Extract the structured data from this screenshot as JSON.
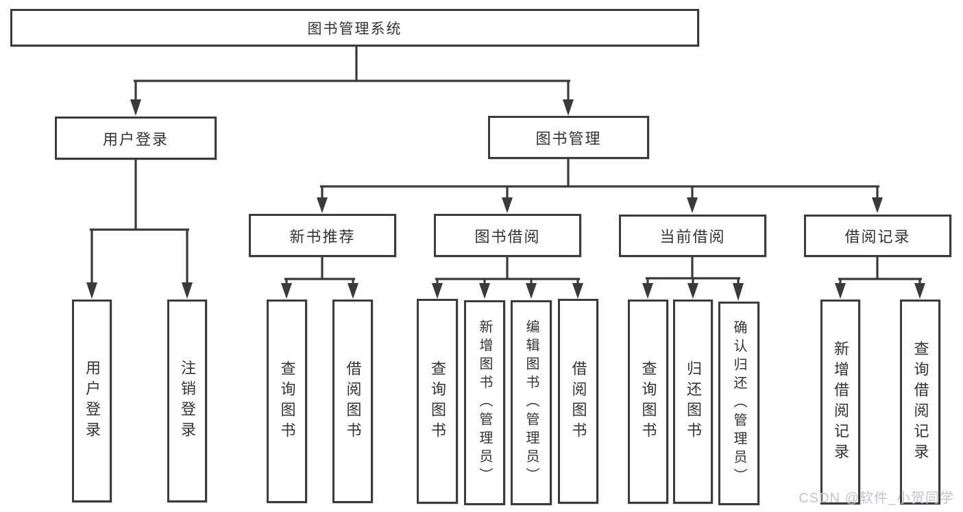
{
  "nodes": {
    "root": "图书管理系统",
    "user_login": "用户登录",
    "book_mgmt": "图书管理",
    "new_book": "新书推荐",
    "book_borrow": "图书借阅",
    "current_borrow": "当前借阅",
    "borrow_records": "借阅记录",
    "leaf_user_login": "用户登录",
    "leaf_logout": "注销登录",
    "leaf_query_book_1": "查询图书",
    "leaf_borrow_book_1": "借阅图书",
    "leaf_query_book_2": "查询图书",
    "leaf_add_book": "新增图书（管理员）",
    "leaf_edit_book": "编辑图书（管理员）",
    "leaf_borrow_book_2": "借阅图书",
    "leaf_query_book_3": "查询图书",
    "leaf_return_book": "归还图书",
    "leaf_confirm_return": "确认归还（管理员）",
    "leaf_add_record": "新增借阅记录",
    "leaf_query_record": "查询借阅记录"
  },
  "watermark": {
    "text": "CSDN @软件_小贺同学"
  },
  "colors": {
    "line": "#3a3a3a",
    "box_border": "#3b3b3b",
    "text": "#333333",
    "background": "#ffffff",
    "watermark": "#bcc1cb"
  }
}
